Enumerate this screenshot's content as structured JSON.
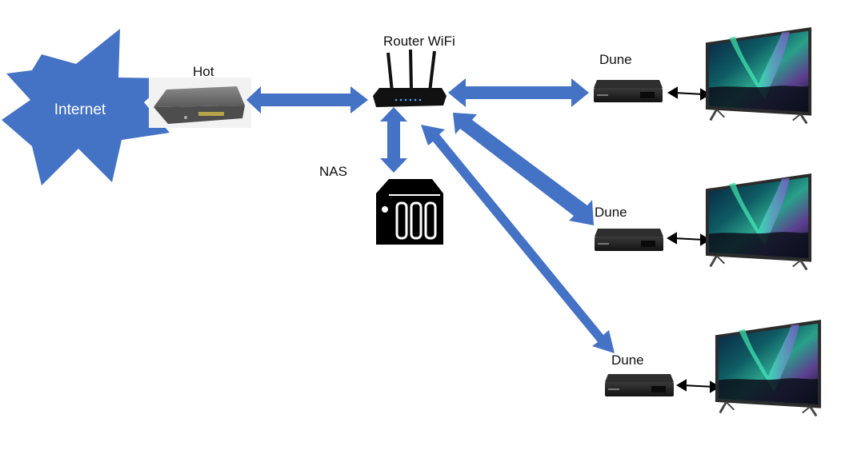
{
  "labels": {
    "internet": "Internet",
    "hot": "Hot",
    "router": "Router WiFi",
    "nas": "NAS",
    "dune_1": "Dune",
    "dune_2": "Dune",
    "dune_3": "Dune"
  },
  "colors": {
    "arrow": "#4472c4",
    "burst": "#4472c4",
    "device_dark": "#1d1d1d",
    "tv_frame": "#2b2b2b"
  },
  "icons": {
    "internet": "starburst-cloud-icon",
    "modem": "modem-icon",
    "router": "wifi-router-icon",
    "nas": "nas-icon",
    "media_player": "set-top-box-icon",
    "tv": "television-icon"
  }
}
